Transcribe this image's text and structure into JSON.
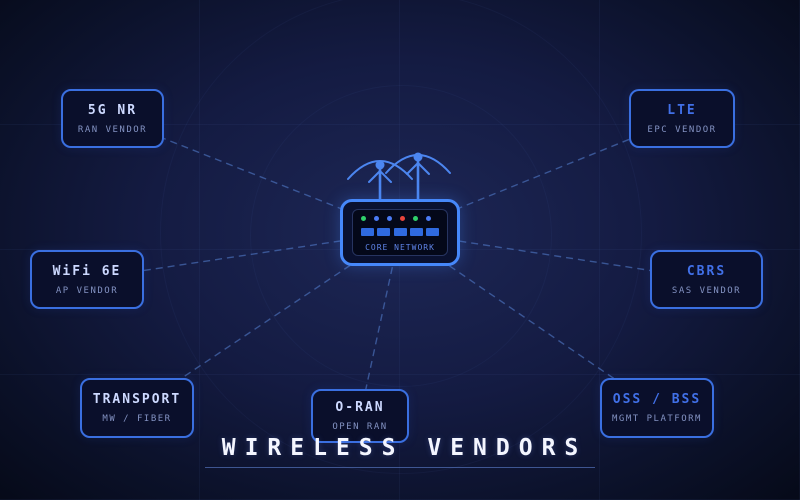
{
  "page": {
    "title": "WIRELESS VENDORS"
  },
  "core": {
    "label": "CORE NETWORK",
    "led_colors": [
      "#2fd06a",
      "#4b7bf5",
      "#4b7bf5",
      "#e8453c",
      "#2fd06a",
      "#4b7bf5"
    ],
    "port_color": "#2f6ae0"
  },
  "nodes": [
    {
      "title": "5G NR",
      "subtitle": "RAN VENDOR",
      "title_color": "#cdd9ff"
    },
    {
      "title": "LTE",
      "subtitle": "EPC VENDOR",
      "title_color": "#4170e8"
    },
    {
      "title": "WiFi 6E",
      "subtitle": "AP VENDOR",
      "title_color": "#cdd9ff"
    },
    {
      "title": "CBRS",
      "subtitle": "SAS VENDOR",
      "title_color": "#4170e8"
    },
    {
      "title": "TRANSPORT",
      "subtitle": "MW / FIBER",
      "title_color": "#cdd9ff"
    },
    {
      "title": "O-RAN",
      "subtitle": "OPEN RAN",
      "title_color": "#cdd9ff"
    },
    {
      "title": "OSS / BSS",
      "subtitle": "MGMT PLATFORM",
      "title_color": "#4170e8"
    }
  ],
  "colors": {
    "accent": "#4688fa",
    "connection_line": "#4d74c0",
    "node_border": "#3a6fe0",
    "background": "#0b1129"
  }
}
